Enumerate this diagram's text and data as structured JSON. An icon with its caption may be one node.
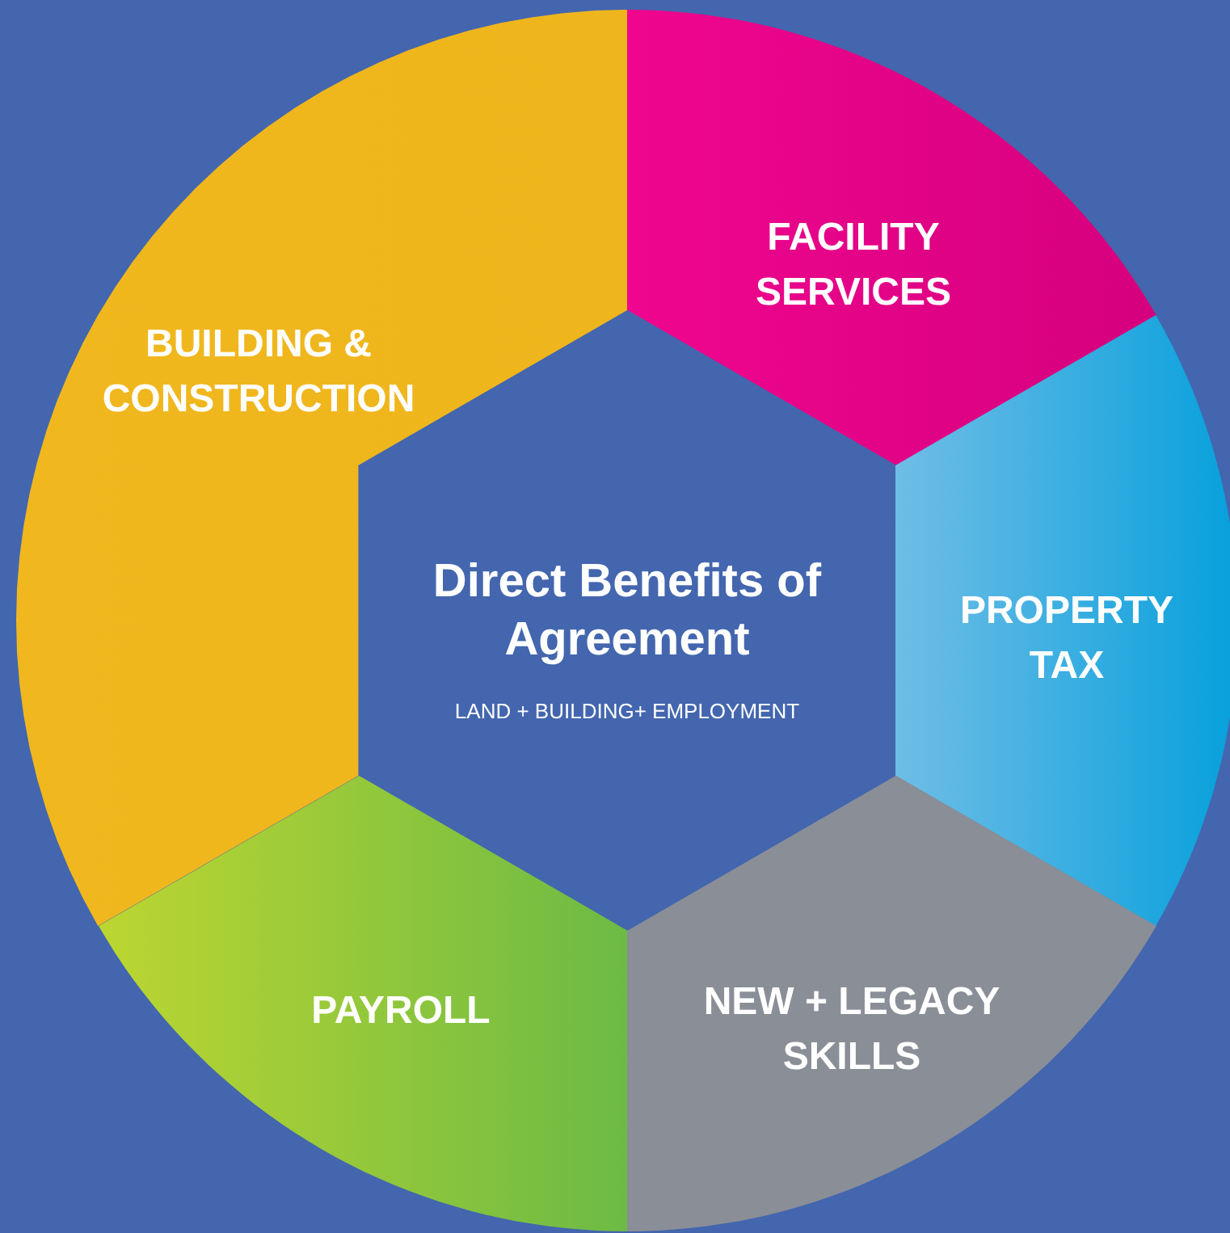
{
  "diagram": {
    "nodes": [
      {
        "text": [
          "FACILITY SERVICES"
        ]
      },
      {
        "text": [
          "BUILDING & CONSTRUCTION"
        ]
      },
      {
        "text": [
          "Direct Benefits of Agreement",
          "LAND + BUILDING+ EMPLOYMENT"
        ]
      },
      {
        "text": [
          "PROPERTY TAX"
        ]
      },
      {
        "text": [
          "PAYROLL"
        ]
      },
      {
        "text": [
          "NEW + LEGACY SKILLS"
        ]
      }
    ]
  }
}
